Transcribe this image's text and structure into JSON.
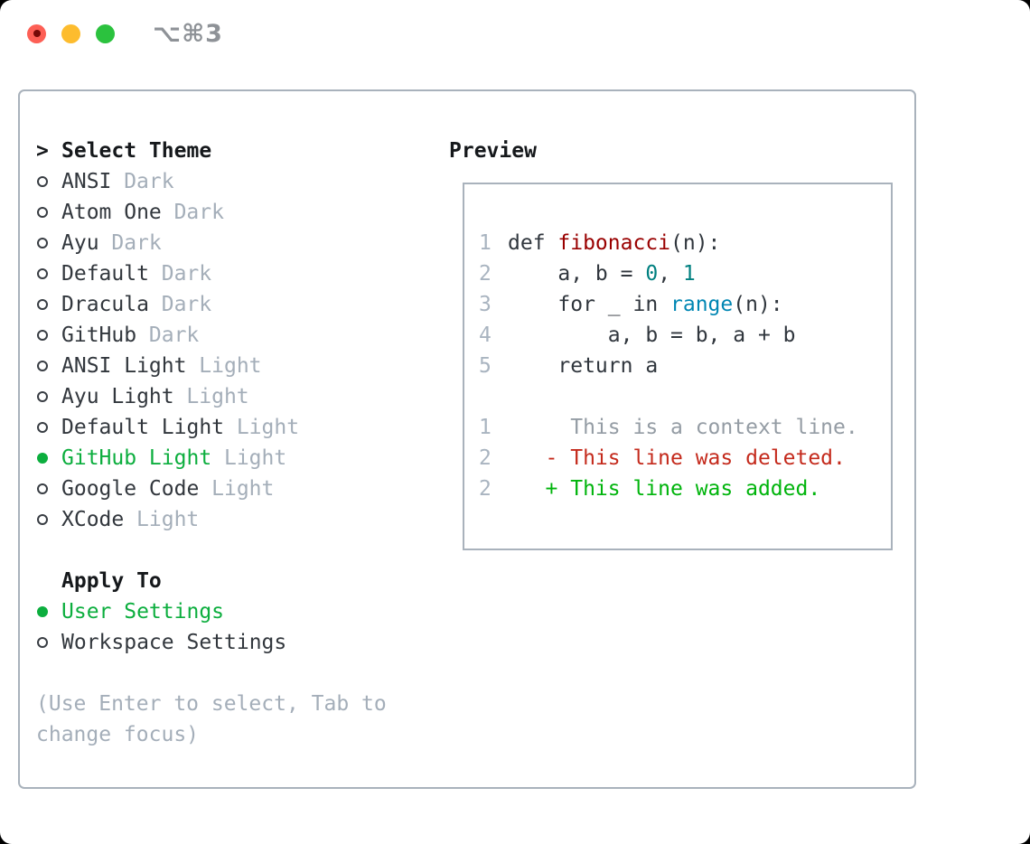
{
  "window": {
    "title": "⌥⌘3",
    "traffic_lights": [
      "close",
      "minimize",
      "zoom"
    ]
  },
  "theme_panel": {
    "header_prefix": ">",
    "header_label": "Select Theme",
    "themes": [
      {
        "name": "ANSI",
        "tag": "Dark",
        "selected": false
      },
      {
        "name": "Atom One",
        "tag": "Dark",
        "selected": false
      },
      {
        "name": "Ayu",
        "tag": "Dark",
        "selected": false
      },
      {
        "name": "Default",
        "tag": "Dark",
        "selected": false
      },
      {
        "name": "Dracula",
        "tag": "Dark",
        "selected": false
      },
      {
        "name": "GitHub",
        "tag": "Dark",
        "selected": false
      },
      {
        "name": "ANSI Light",
        "tag": "Light",
        "selected": false
      },
      {
        "name": "Ayu Light",
        "tag": "Light",
        "selected": false
      },
      {
        "name": "Default Light",
        "tag": "Light",
        "selected": false
      },
      {
        "name": "GitHub Light",
        "tag": "Light",
        "selected": true
      },
      {
        "name": "Google Code",
        "tag": "Light",
        "selected": false
      },
      {
        "name": "XCode",
        "tag": "Light",
        "selected": false
      }
    ],
    "apply_to_label": "Apply To",
    "apply_options": [
      {
        "name": "User Settings",
        "selected": true
      },
      {
        "name": "Workspace Settings",
        "selected": false
      }
    ],
    "hint_lines": [
      "(Use Enter to select, Tab to",
      "change focus)"
    ]
  },
  "preview": {
    "label": "Preview",
    "code_lines": [
      {
        "num": "1",
        "segs": [
          [
            "def ",
            "p"
          ],
          [
            "fibonacci",
            "fn"
          ],
          [
            "(n):",
            "p"
          ]
        ]
      },
      {
        "num": "2",
        "segs": [
          [
            "    a, b = ",
            "p"
          ],
          [
            "0",
            "num"
          ],
          [
            ", ",
            "p"
          ],
          [
            "1",
            "num"
          ]
        ]
      },
      {
        "num": "3",
        "segs": [
          [
            "    for _ in ",
            "p"
          ],
          [
            "range",
            "bi"
          ],
          [
            "(n):",
            "p"
          ]
        ]
      },
      {
        "num": "4",
        "segs": [
          [
            "        a, b = b, a + b",
            "p"
          ]
        ]
      },
      {
        "num": "5",
        "segs": [
          [
            "    return a",
            "p"
          ]
        ]
      }
    ],
    "diff_lines": [
      {
        "num": "1",
        "text": "     This is a context line.",
        "type": "context"
      },
      {
        "num": "2",
        "text": "   - This line was deleted.",
        "type": "deleted"
      },
      {
        "num": "2",
        "text": "   + This line was added.",
        "type": "added"
      }
    ]
  },
  "colors": {
    "selection_green": "#0cae3e",
    "added_green": "#00b40c",
    "deleted_red": "#c42a1c",
    "function_red": "#990000",
    "number_teal": "#008080",
    "builtin_blue": "#0086b3",
    "text_dark": "#30363d",
    "muted_gray": "#a4aeb9",
    "line_number_gray": "#a9b4c0",
    "border_gray": "#a9b2bc",
    "title_gray": "#8e9297",
    "traffic_red": "#fd5f55",
    "traffic_yellow": "#fdbc2e",
    "traffic_green": "#2bc23e"
  }
}
